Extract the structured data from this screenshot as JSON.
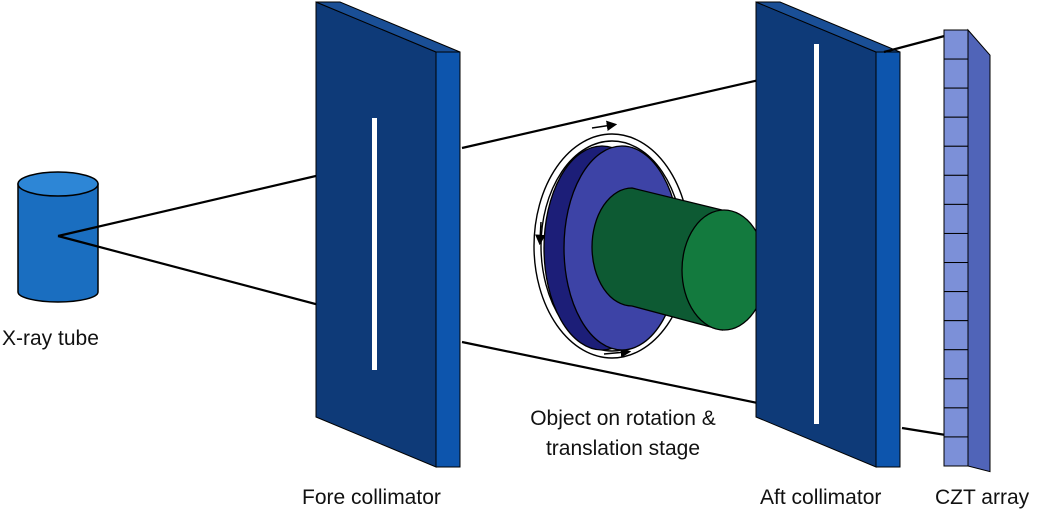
{
  "labels": {
    "xray_tube": "X-ray tube",
    "fore_collimator": "Fore collimator",
    "aft_collimator": "Aft collimator",
    "czt_array": "CZT array",
    "object_line1": "Object on rotation &",
    "object_line2": "translation stage"
  },
  "colors": {
    "collimator_front": "#0e3a78",
    "collimator_side": "#0d55ad",
    "collimator_top": "#1a4f96",
    "tube_body": "#1a6ec0",
    "tube_top": "#2d86d6",
    "disc_dark": "#1c1e78",
    "disc_light": "#3d43a6",
    "cylinder_body": "#0d5a33",
    "cylinder_face": "#137a3e",
    "detector_front": "#7c90d8",
    "detector_side": "#5064b8",
    "slit": "#ffffff"
  },
  "detector": {
    "cell_count": 15
  }
}
